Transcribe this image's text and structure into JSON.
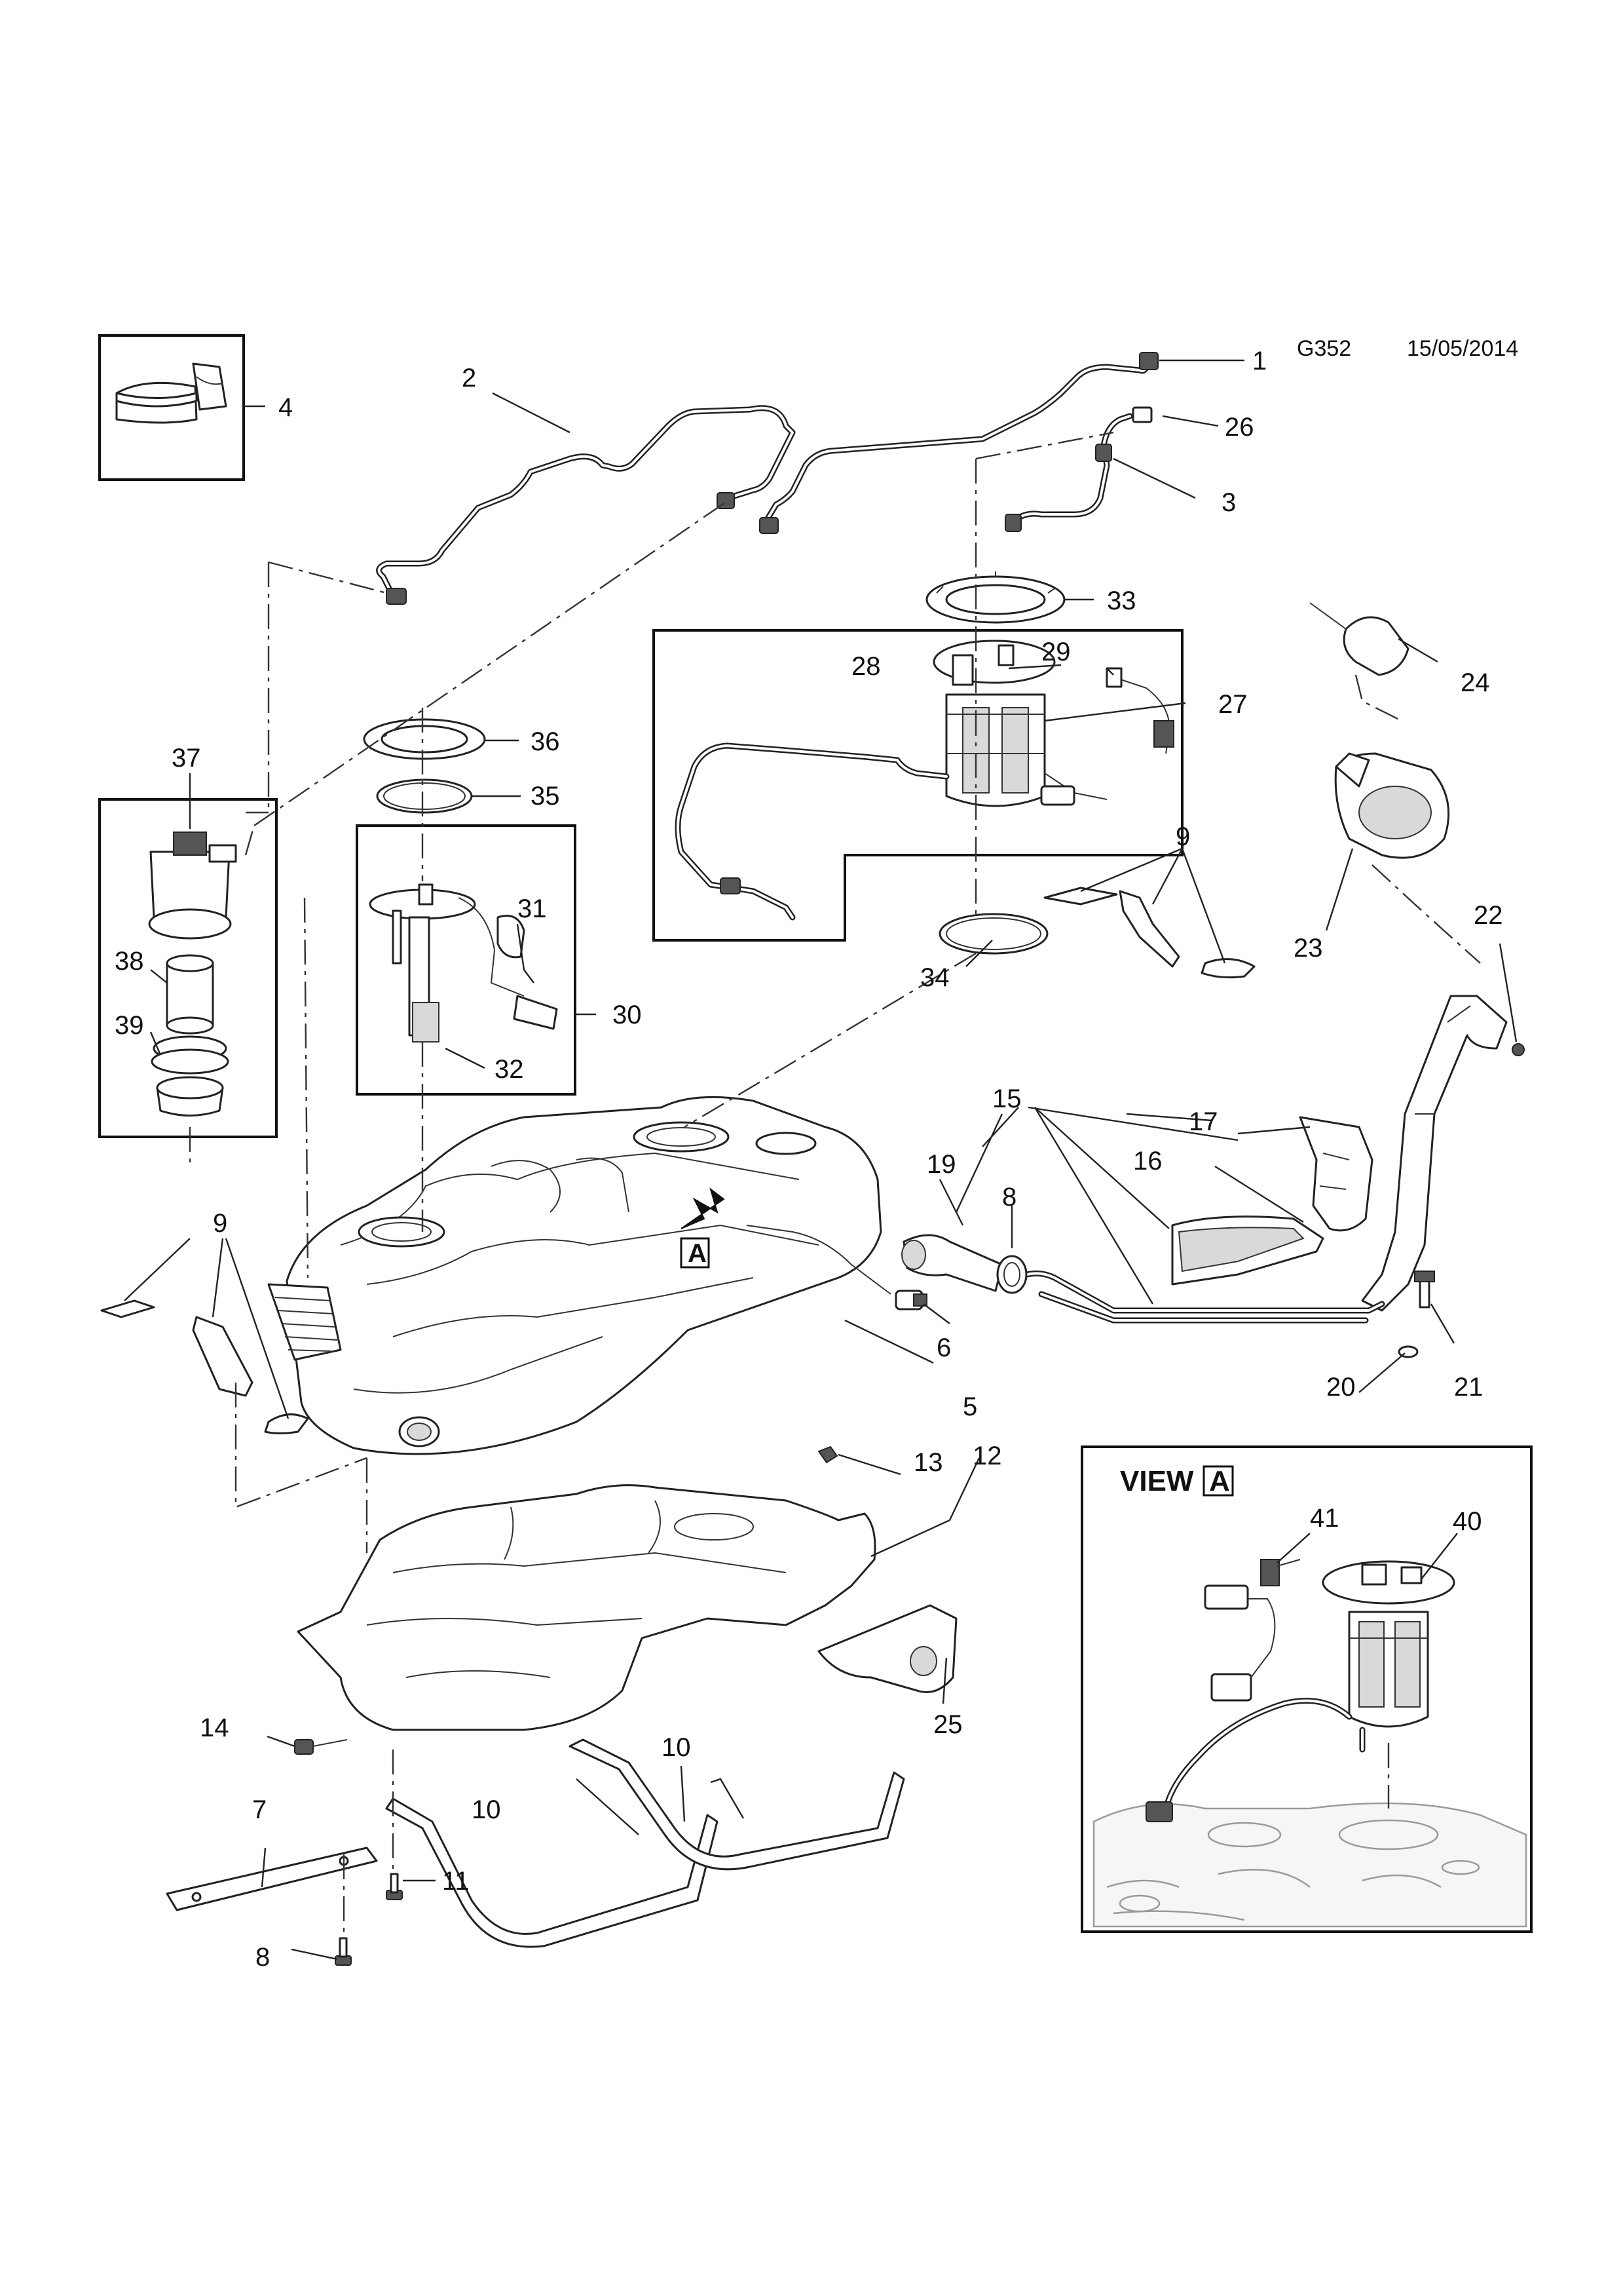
{
  "header": {
    "diagram_code": "G352",
    "date": "15/05/2014"
  },
  "view_a": {
    "title": "VIEW",
    "marker": "A"
  },
  "callouts": {
    "c1": "1",
    "c2": "2",
    "c3": "3",
    "c4": "4",
    "c5": "5",
    "c6": "6",
    "c7": "7",
    "c8a": "8",
    "c8b": "8",
    "c9a": "9",
    "c9b": "9",
    "c10a": "10",
    "c10b": "10",
    "c11": "11",
    "c12": "12",
    "c13": "13",
    "c14": "14",
    "c15": "15",
    "c16": "16",
    "c17": "17",
    "c19": "19",
    "c20": "20",
    "c21": "21",
    "c22": "22",
    "c23": "23",
    "c24": "24",
    "c25": "25",
    "c26": "26",
    "c27": "27",
    "c28": "28",
    "c29": "29",
    "c30": "30",
    "c31": "31",
    "c32": "32",
    "c33": "33",
    "c34": "34",
    "c35": "35",
    "c36": "36",
    "c37": "37",
    "c38": "38",
    "c39": "39",
    "c40": "40",
    "c41": "41"
  },
  "arrow_marker": "A"
}
